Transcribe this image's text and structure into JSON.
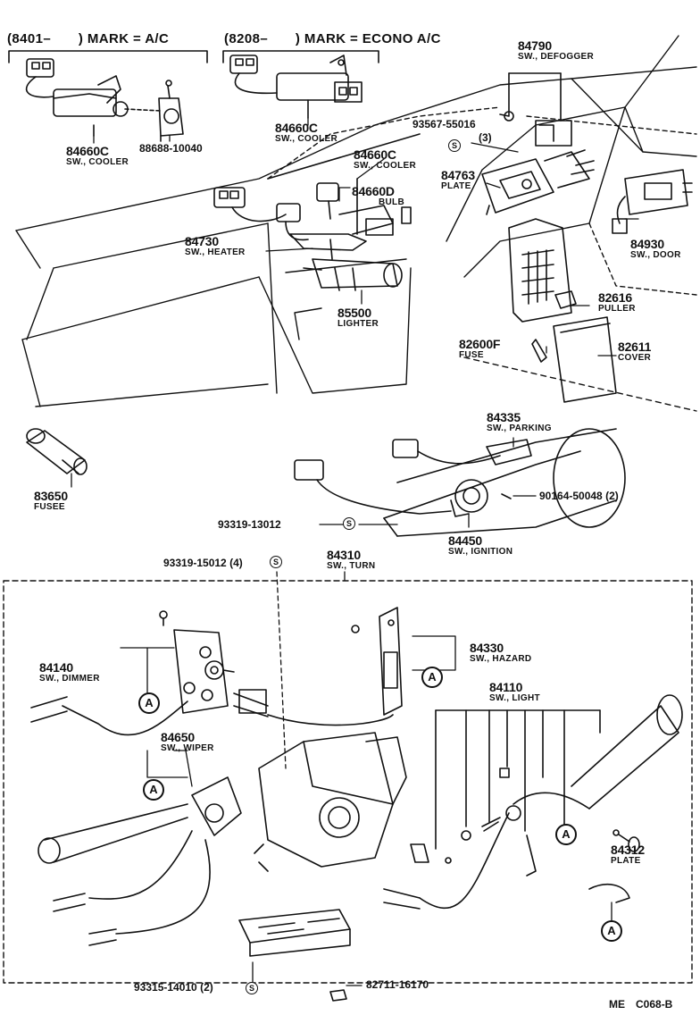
{
  "headers": {
    "left": "(8401–　　) MARK = A/C",
    "right": "(8208–　　) MARK = ECONO A/C"
  },
  "parts": {
    "p84660c_ac": {
      "number": "84660C",
      "name": "SW., COOLER"
    },
    "p88688": {
      "number": "88688-10040"
    },
    "p84660c_econo": {
      "number": "84660C",
      "name": "SW., COOLER"
    },
    "p84660c_main": {
      "number": "84660C",
      "name": "SW., COOLER"
    },
    "p84660d": {
      "number": "84660D",
      "name": "BULB"
    },
    "p84730": {
      "number": "84730",
      "name": "SW., HEATER"
    },
    "p85500": {
      "number": "85500",
      "name": "LIGHTER"
    },
    "p84790": {
      "number": "84790",
      "name": "SW., DEFOGGER"
    },
    "p93567": {
      "number": "93567-55016",
      "qty": "(3)"
    },
    "p84763": {
      "number": "84763",
      "name": "PLATE"
    },
    "p84930": {
      "number": "84930",
      "name": "SW., DOOR"
    },
    "p82616": {
      "number": "82616",
      "name": "PULLER"
    },
    "p82600f": {
      "number": "82600F",
      "name": "FUSE"
    },
    "p82611": {
      "number": "82611",
      "name": "COVER"
    },
    "p83650": {
      "number": "83650",
      "name": "FUSEE"
    },
    "p84335": {
      "number": "84335",
      "name": "SW., PARKING"
    },
    "p90164": {
      "number": "90164-50048 (2)"
    },
    "p93319_13012": {
      "number": "93319-13012"
    },
    "p84450": {
      "number": "84450",
      "name": "SW., IGNITION"
    },
    "p93319_15012": {
      "number": "93319-15012 (4)"
    },
    "p84310": {
      "number": "84310",
      "name": "SW., TURN"
    },
    "p84140": {
      "number": "84140",
      "name": "SW., DIMMER"
    },
    "p84330": {
      "number": "84330",
      "name": "SW., HAZARD"
    },
    "p84650": {
      "number": "84650",
      "name": "SW., WIPER"
    },
    "p84110": {
      "number": "84110",
      "name": "SW., LIGHT"
    },
    "p84312": {
      "number": "84312",
      "name": "PLATE"
    },
    "p93315": {
      "number": "93315-14010 (2)"
    },
    "p82711": {
      "number": "82711-16170"
    }
  },
  "markers": {
    "a": "A",
    "s": "S"
  },
  "footer": {
    "code": "ME　C068-B"
  }
}
